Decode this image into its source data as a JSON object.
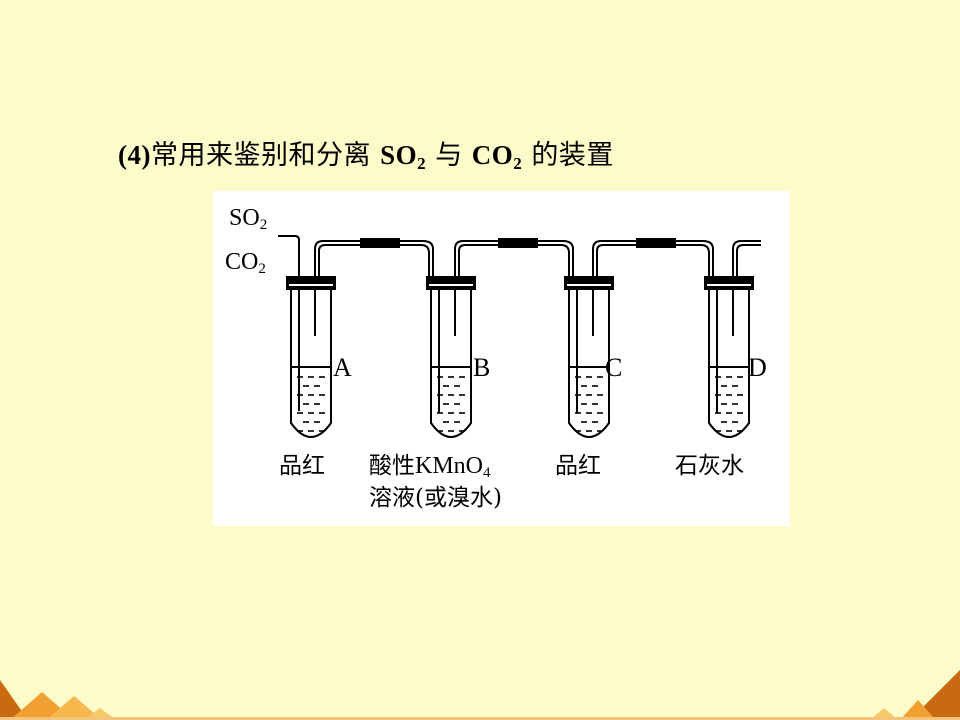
{
  "heading": {
    "number": "(4)",
    "text1": "常用来鉴别和分离 ",
    "so2_base": "SO",
    "so2_sub": "2",
    "mid": " 与 ",
    "co2_base": "CO",
    "co2_sub": "2",
    "text2": " 的装置"
  },
  "diagram": {
    "inlet": {
      "so2_base": "SO",
      "so2_sub": "2",
      "co2_base": "CO",
      "co2_sub": "2"
    },
    "tubes": [
      {
        "letter": "A",
        "reagent_line1": "品红",
        "reagent_line2": ""
      },
      {
        "letter": "B",
        "reagent_line1_a": "酸性",
        "reagent_line1_b": "KMnO",
        "reagent_line1_sub": "4",
        "reagent_line2": "溶液(或溴水)"
      },
      {
        "letter": "C",
        "reagent_line1": "品红"
      },
      {
        "letter": "D",
        "reagent_line1": "石灰水"
      }
    ]
  },
  "colors": {
    "background": "#FDFBC9",
    "panel": "#FFFFFF",
    "ink": "#000000",
    "deco_orange": "#F0A030",
    "deco_dark": "#C96A10"
  }
}
